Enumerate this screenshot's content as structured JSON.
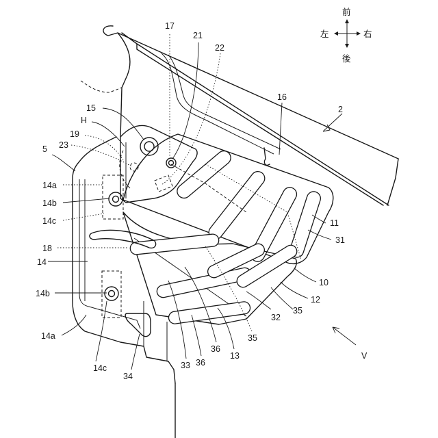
{
  "compass": {
    "front": "前",
    "rear": "後",
    "left": "左",
    "right": "右"
  },
  "labels": {
    "l2": "2",
    "l5": "5",
    "l10": "10",
    "l11": "11",
    "l12": "12",
    "l13": "13",
    "l14": "14",
    "l14a_top": "14a",
    "l14a_bottom": "14a",
    "l14b_top": "14b",
    "l14b_bottom": "14b",
    "l14c_top": "14c",
    "l14c_bottom": "14c",
    "l15": "15",
    "l16": "16",
    "l17": "17",
    "l18": "18",
    "l19": "19",
    "l21": "21",
    "l22": "22",
    "l23": "23",
    "l31": "31",
    "l32": "32",
    "l33": "33",
    "l34": "34",
    "l35_right": "35",
    "l35_bottom": "35",
    "l36_a": "36",
    "l36_b": "36",
    "lH": "H",
    "lV": "V"
  },
  "colors": {
    "line": "#1a1a1a",
    "background": "#ffffff"
  }
}
